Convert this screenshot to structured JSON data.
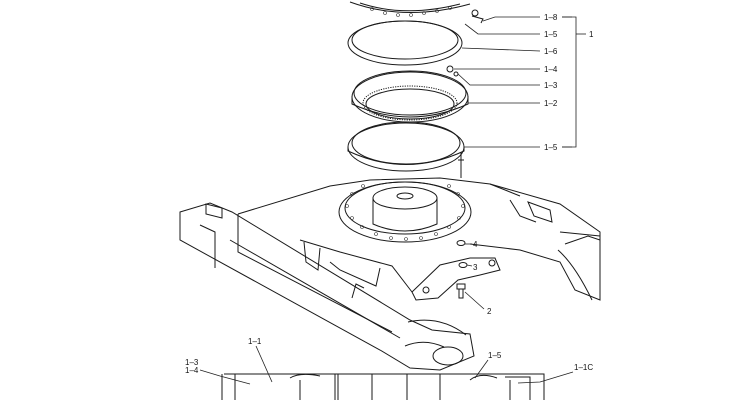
{
  "callouts": {
    "c_1_8": "1–8",
    "c_1_5_top": "1–5",
    "c_1": "1",
    "c_1_6": "1–6",
    "c_1_4": "1–4",
    "c_1_3": "1–3",
    "c_1_2": "1–2",
    "c_1_5_mid": "1–5",
    "c_4": "4",
    "c_3": "3",
    "c_2": "2",
    "c_1_1": "1–1",
    "c_1_3_low": "1–3",
    "c_1_4_low": "1–4",
    "c_1_5_low": "1–5",
    "c_1_1c": "1–1C"
  }
}
